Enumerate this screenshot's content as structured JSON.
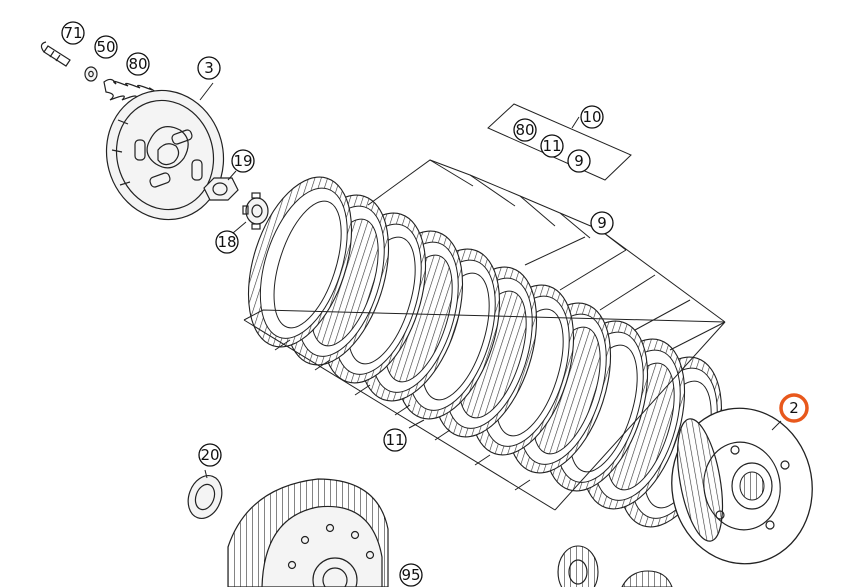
{
  "callouts": [
    {
      "id": "c71",
      "text": "71"
    },
    {
      "id": "c50",
      "text": "50"
    },
    {
      "id": "c80",
      "text": "80"
    },
    {
      "id": "c3",
      "text": "3"
    },
    {
      "id": "c19",
      "text": "19"
    },
    {
      "id": "c18",
      "text": "18"
    },
    {
      "id": "c10",
      "text": "10"
    },
    {
      "id": "c80b",
      "text": "80"
    },
    {
      "id": "c11b",
      "text": "11"
    },
    {
      "id": "c9b",
      "text": "9"
    },
    {
      "id": "c9",
      "text": "9"
    },
    {
      "id": "c11",
      "text": "11"
    },
    {
      "id": "c20",
      "text": "20"
    },
    {
      "id": "c2",
      "text": "2"
    },
    {
      "id": "c95",
      "text": "95"
    }
  ],
  "highlight_color": "#e8581c"
}
